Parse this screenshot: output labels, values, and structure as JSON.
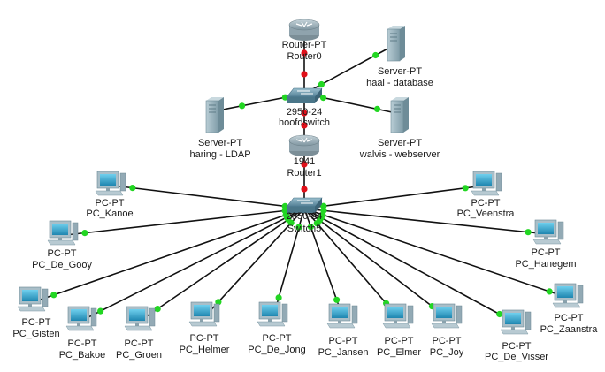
{
  "topology": {
    "colors": {
      "cable": "#111111",
      "link_up": "#22d622",
      "link_down": "#e0101a",
      "router": "#8fa3ad",
      "switch": "#5a8aa0",
      "server": "#90aeb9",
      "pc_case": "#9fb7c2",
      "pc_screen": "#2aa0c8"
    },
    "devices": {
      "router0": {
        "icon": "router-icon",
        "model": "Router-PT",
        "name": "Router0"
      },
      "hoofdswitch": {
        "icon": "switch-icon",
        "model": "2950-24",
        "name": "hoofdswitch"
      },
      "router1": {
        "icon": "router-icon",
        "model": "1941",
        "name": "Router1"
      },
      "switch5": {
        "icon": "switch-icon",
        "model": "2950-24",
        "name": "Switch5"
      },
      "srv_database": {
        "icon": "server-icon",
        "model": "Server-PT",
        "name": "haai - database"
      },
      "srv_ldap": {
        "icon": "server-icon",
        "model": "Server-PT",
        "name": "haring - LDAP"
      },
      "srv_web": {
        "icon": "server-icon",
        "model": "Server-PT",
        "name": "walvis - webserver"
      },
      "pc_kanoe": {
        "icon": "pc-icon",
        "model": "PC-PT",
        "name": "PC_Kanoe"
      },
      "pc_degooy": {
        "icon": "pc-icon",
        "model": "PC-PT",
        "name": "PC_De_Gooy"
      },
      "pc_gisten": {
        "icon": "pc-icon",
        "model": "PC-PT",
        "name": "PC_Gisten"
      },
      "pc_bakoe": {
        "icon": "pc-icon",
        "model": "PC-PT",
        "name": "PC_Bakoe"
      },
      "pc_groen": {
        "icon": "pc-icon",
        "model": "PC-PT",
        "name": "PC_Groen"
      },
      "pc_helmer": {
        "icon": "pc-icon",
        "model": "PC-PT",
        "name": "PC_Helmer"
      },
      "pc_dejong": {
        "icon": "pc-icon",
        "model": "PC-PT",
        "name": "PC_De_Jong"
      },
      "pc_jansen": {
        "icon": "pc-icon",
        "model": "PC-PT",
        "name": "PC_Jansen"
      },
      "pc_elmer": {
        "icon": "pc-icon",
        "model": "PC-PT",
        "name": "PC_Elmer"
      },
      "pc_joy": {
        "icon": "pc-icon",
        "model": "PC-PT",
        "name": "PC_Joy"
      },
      "pc_devisser": {
        "icon": "pc-icon",
        "model": "PC-PT",
        "name": "PC_De_Visser"
      },
      "pc_zaanstra": {
        "icon": "pc-icon",
        "model": "PC-PT",
        "name": "PC_Zaanstra"
      },
      "pc_hanegem": {
        "icon": "pc-icon",
        "model": "PC-PT",
        "name": "PC_Hanegem"
      },
      "pc_veenstra": {
        "icon": "pc-icon",
        "model": "PC-PT",
        "name": "PC_Veenstra"
      }
    },
    "links": [
      {
        "a": "router0",
        "b": "hoofdswitch",
        "state": "down"
      },
      {
        "a": "hoofdswitch",
        "b": "router1",
        "state": "down"
      },
      {
        "a": "hoofdswitch",
        "b": "srv_database",
        "state": "up"
      },
      {
        "a": "hoofdswitch",
        "b": "srv_ldap",
        "state": "up"
      },
      {
        "a": "hoofdswitch",
        "b": "srv_web",
        "state": "up"
      },
      {
        "a": "router1",
        "b": "switch5",
        "state": "down"
      },
      {
        "a": "switch5",
        "b": "pc_kanoe",
        "state": "up"
      },
      {
        "a": "switch5",
        "b": "pc_degooy",
        "state": "up"
      },
      {
        "a": "switch5",
        "b": "pc_gisten",
        "state": "up"
      },
      {
        "a": "switch5",
        "b": "pc_bakoe",
        "state": "up"
      },
      {
        "a": "switch5",
        "b": "pc_groen",
        "state": "up"
      },
      {
        "a": "switch5",
        "b": "pc_helmer",
        "state": "up"
      },
      {
        "a": "switch5",
        "b": "pc_dejong",
        "state": "up"
      },
      {
        "a": "switch5",
        "b": "pc_jansen",
        "state": "up"
      },
      {
        "a": "switch5",
        "b": "pc_elmer",
        "state": "up"
      },
      {
        "a": "switch5",
        "b": "pc_joy",
        "state": "up"
      },
      {
        "a": "switch5",
        "b": "pc_devisser",
        "state": "up"
      },
      {
        "a": "switch5",
        "b": "pc_zaanstra",
        "state": "up"
      },
      {
        "a": "switch5",
        "b": "pc_hanegem",
        "state": "up"
      },
      {
        "a": "switch5",
        "b": "pc_veenstra",
        "state": "up"
      }
    ]
  }
}
